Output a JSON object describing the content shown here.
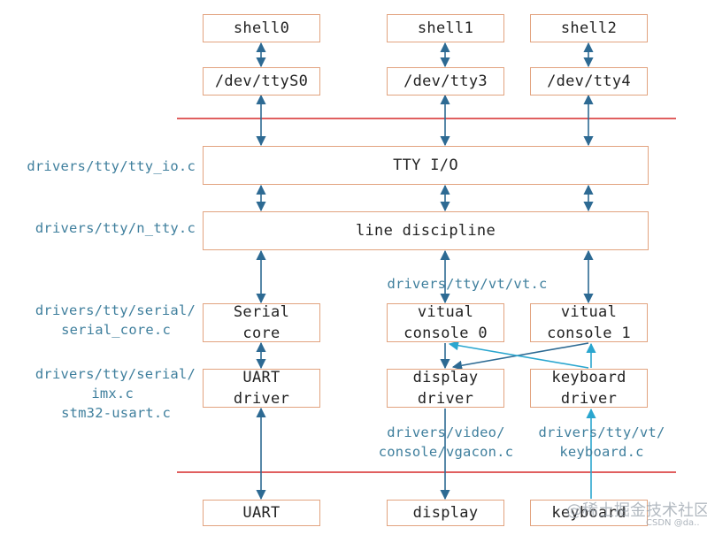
{
  "boxes": {
    "shell0": "shell0",
    "shell1": "shell1",
    "shell2": "shell2",
    "ttyS0": "/dev/ttyS0",
    "tty3": "/dev/tty3",
    "tty4": "/dev/tty4",
    "tty_io": "TTY I/O",
    "line_discipline": "line discipline",
    "serial_core": [
      "Serial",
      "core"
    ],
    "vconsole0": [
      "vitual",
      "console 0"
    ],
    "vconsole1": [
      "vitual",
      "console 1"
    ],
    "uart_driver": [
      "UART",
      "driver"
    ],
    "display_driver": [
      "display",
      "driver"
    ],
    "keyboard_driver": [
      "keyboard",
      "driver"
    ],
    "uart": "UART",
    "display": "display",
    "keyboard": "keyboard"
  },
  "labels": {
    "tty_io_c": "drivers/tty/tty_io.c",
    "n_tty_c": "drivers/tty/n_tty.c",
    "vt_c": "drivers/tty/vt/vt.c",
    "serial_core_c": [
      "drivers/tty/serial/",
      "serial_core.c"
    ],
    "uart_files": [
      "drivers/tty/serial/",
      "imx.c",
      "stm32-usart.c"
    ],
    "vgacon_c": [
      "drivers/video/",
      "console/vgacon.c"
    ],
    "keyboard_c": [
      "drivers/tty/vt/",
      "keyboard.c"
    ]
  },
  "watermark": {
    "main": "@稀土掘金技术社区",
    "sub": "CSDN @da.."
  },
  "colors": {
    "box_border": "#e2a37f",
    "label": "#3f7f9d",
    "arrow_dark": "#2d6a93",
    "arrow_light": "#2aa6cf",
    "separator": "#d62a2a"
  }
}
